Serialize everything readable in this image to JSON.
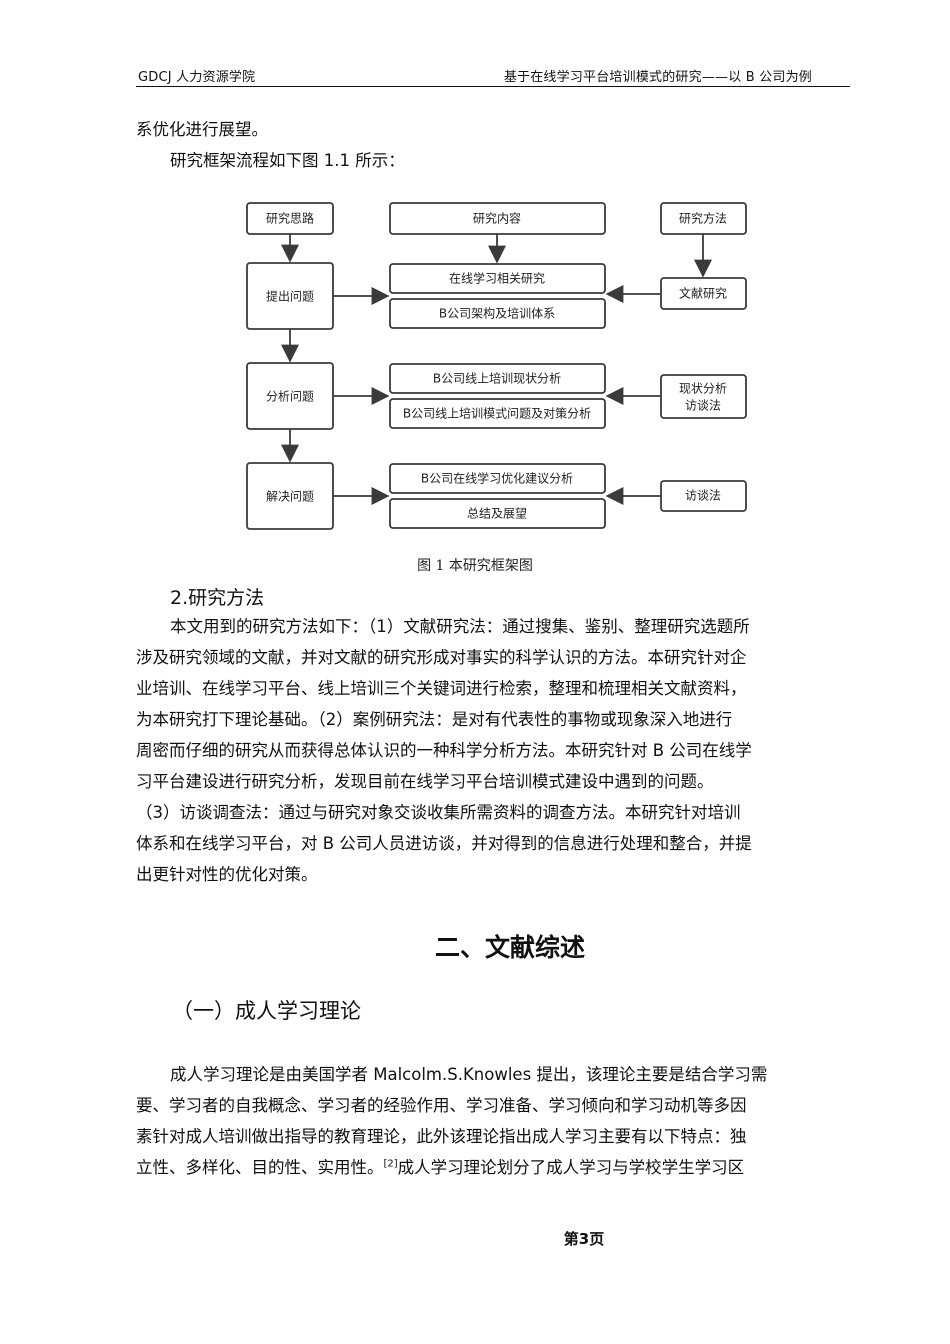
{
  "header": {
    "left": "GDCJ 人力资源学院",
    "right": "基于在线学习平台培训模式的研究——以 B 公司为例"
  },
  "intro": {
    "line1": "系优化进行展望。",
    "line2": "研究框架流程如下图 1.1 所示："
  },
  "figure": {
    "left_col": [
      "研究思路",
      "提出问题",
      "分析问题",
      "解决问题"
    ],
    "mid_col": {
      "top": "研究内容",
      "g1": [
        "在线学习相关研究",
        "B公司架构及培训体系"
      ],
      "g2": [
        "B公司线上培训现状分析",
        "B公司线上培训模式问题及对策分析"
      ],
      "g3": [
        "B公司在线学习优化建议分析",
        "总结及展望"
      ]
    },
    "right_col": [
      "研究方法",
      "文献研究",
      "现状分析",
      "访谈法",
      "访谈法"
    ],
    "caption": "图 1 本研究框架图"
  },
  "section_methods": {
    "heading": "2.研究方法",
    "lines": [
      "本文用到的研究方法如下：（1）文献研究法：通过搜集、鉴别、整理研究选题所",
      "涉及研究领域的文献，并对文献的研究形成对事实的科学认识的方法。本研究针对企",
      "业培训、在线学习平台、线上培训三个关键词进行检索，整理和梳理相关文献资料，",
      "为本研究打下理论基础。（2）案例研究法：是对有代表性的事物或现象深入地进行",
      "周密而仔细的研究从而获得总体认识的一种科学分析方法。本研究针对 B 公司在线学",
      "习平台建设进行研究分析，发现目前在线学习平台培训模式建设中遇到的问题。",
      "（3）访谈调查法：通过与研究对象交谈收集所需资料的调查方法。本研究针对培训",
      "体系和在线学习平台，对 B 公司人员进访谈，并对得到的信息进行处理和整合，并提",
      "出更针对性的优化对策。"
    ]
  },
  "chapter": {
    "title": "二、文献综述",
    "subtitle": "（一）成人学习理论"
  },
  "section_adult": {
    "lines": [
      "成人学习理论是由美国学者 Malcolm.S.Knowles 提出，该理论主要是结合学习需",
      "要、学习者的自我概念、学习者的经验作用、学习准备、学习倾向和学习动机等多因",
      "素针对成人培训做出指导的教育理论，此外该理论指出成人学习主要有以下特点：独"
    ],
    "last_line_pre": "立性、多样化、目的性、实用性。",
    "citation": "[2]",
    "last_line_post": "成人学习理论划分了成人学习与学校学生学习区"
  },
  "footer": {
    "page": "第3页"
  }
}
